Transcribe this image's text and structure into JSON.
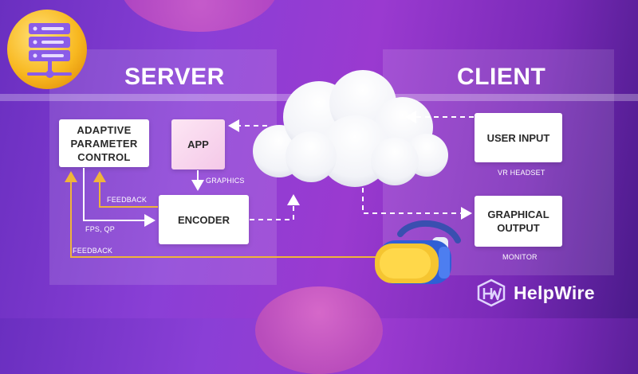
{
  "headings": {
    "server": "SERVER",
    "client": "CLIENT"
  },
  "boxes": {
    "adaptive": "ADAPTIVE\nPARAMETER\nCONTROL",
    "app": "APP",
    "encoder": "ENCODER",
    "user_input": "USER INPUT",
    "graphical_output": "GRAPHICAL\nOUTPUT"
  },
  "labels": {
    "graphics": "GRAPHICS",
    "feedback_encoder": "FEEDBACK",
    "fps_qp": "FPS, QP",
    "feedback_client": "FEEDBACK",
    "vr_headset": "VR HEADSET",
    "monitor": "MONITOR"
  },
  "brand": {
    "name": "HelpWire"
  },
  "colors": {
    "feedback_line": "#f0b43a",
    "dashed_line": "#ffffff"
  },
  "icons": [
    "server-icon",
    "cloud-icon",
    "vr-headset-icon",
    "helpwire-logo-icon"
  ]
}
